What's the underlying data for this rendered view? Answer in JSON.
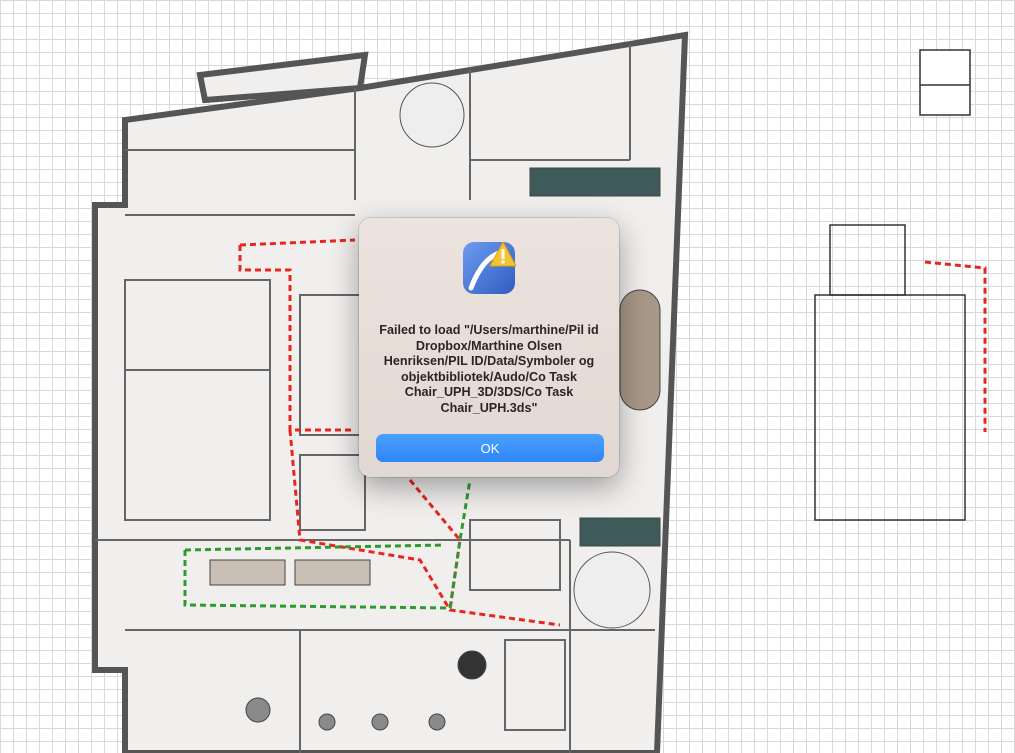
{
  "dialog": {
    "icon": "app-icon-with-warning",
    "message": "Failed to load \"/Users/marthine/Pil id Dropbox/Marthine  Olsen Henriksen/PIL ID/Data/Symboler og objektbibliotek/Audo/Co Task Chair_UPH_3D/3DS/Co Task Chair_UPH.3ds\"",
    "ok_label": "OK"
  },
  "colors": {
    "accent": "#2f86f5",
    "route_red": "#e8261f",
    "route_green": "#2e9a2e",
    "wall": "#555555"
  }
}
